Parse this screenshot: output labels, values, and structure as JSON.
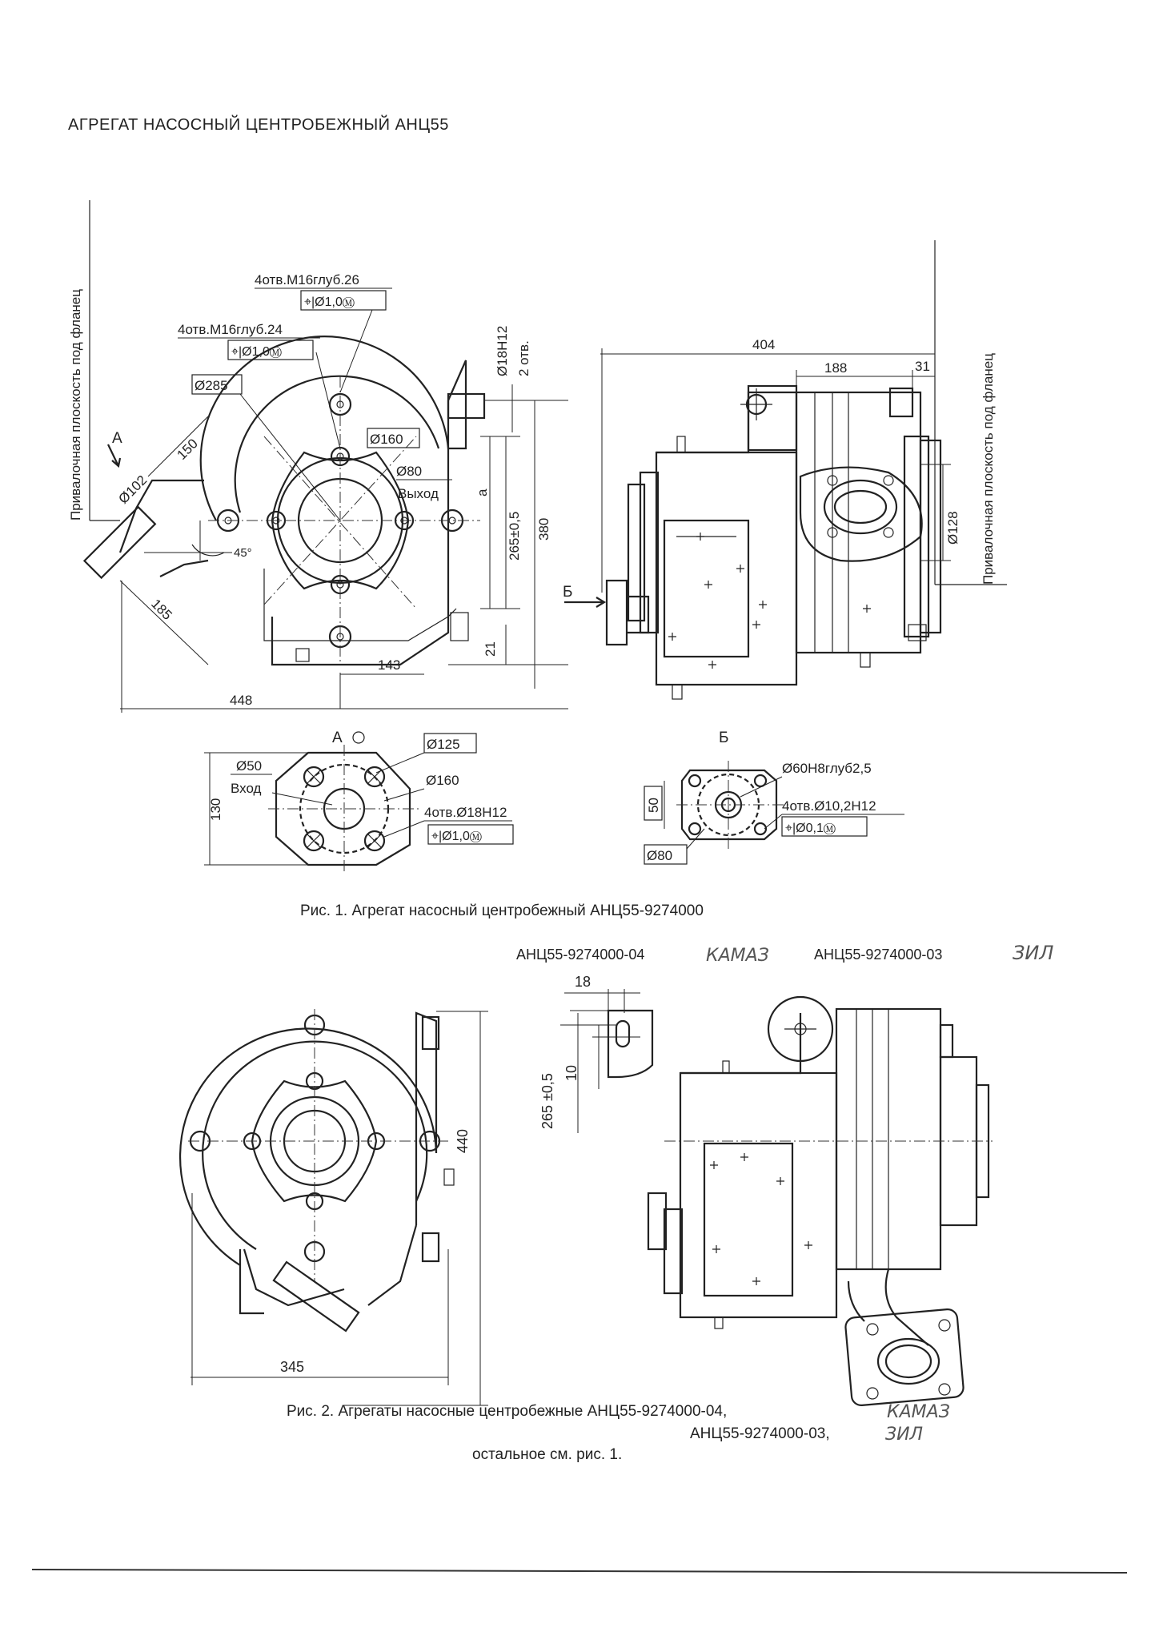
{
  "header": {
    "title": "АГРЕГАТ НАСОСНЫЙ ЦЕНТРОБЕЖНЫЙ АНЦ55"
  },
  "fig1": {
    "label_mount_left": "Привалочная плоскость под фланец",
    "label_mount_right": "Привалочная плоскость под фланец",
    "holes_top": "4отв.М16глуб.26",
    "tol_top": "⌖|Ø1,0Ⓜ",
    "holes_mid": "4отв.М16глуб.24",
    "tol_mid": "⌖|Ø1,0Ⓜ",
    "d285": "Ø285",
    "d160": "Ø160",
    "d80": "Ø80",
    "outlet": "Выход",
    "d18": "Ø18H12",
    "holes2": "2 отв.",
    "view_a": "А",
    "d102": "Ø102",
    "dim150": "150",
    "angle45": "45°",
    "dim185": "185",
    "dim_a": "а",
    "dim265": "265±0,5",
    "dim380": "380",
    "dim21": "21",
    "dim143": "143",
    "dim448": "448",
    "dim404": "404",
    "dim188": "188",
    "dim31": "31",
    "d128": "Ø128",
    "view_b": "Б"
  },
  "detail_a": {
    "title": "А",
    "d125": "Ø125",
    "d50": "Ø50",
    "inlet": "Вход",
    "d160": "Ø160",
    "dim130": "130",
    "holes": "4отв.Ø18H12",
    "tol": "⌖|Ø1,0Ⓜ"
  },
  "detail_b": {
    "title": "Б",
    "d60": "Ø60H8глуб2,5",
    "holes": "4отв.Ø10,2H12",
    "tol": "⌖|Ø0,1Ⓜ",
    "dim50": "50",
    "d80": "Ø80"
  },
  "caption1": "Рис. 1.  Агрегат насосный центробежный  АНЦ55-9274000",
  "fig2": {
    "model_04": "АНЦ55-9274000-04",
    "hand_04": "КАМАЗ",
    "model_03": "АНЦ55-9274000-03",
    "hand_03": "ЗИЛ",
    "dim18": "18",
    "dim265": "265 ±0,5",
    "dim10": "10",
    "dim440": "440",
    "dim345": "345"
  },
  "caption2": {
    "line1": "Рис. 2.  Агрегаты насосные центробежные  АНЦ55-9274000-04,",
    "hand1": "КАМАЗ",
    "line2": "АНЦ55-9274000-03,",
    "hand2": "ЗИЛ",
    "line3": "остальное см. рис. 1."
  }
}
